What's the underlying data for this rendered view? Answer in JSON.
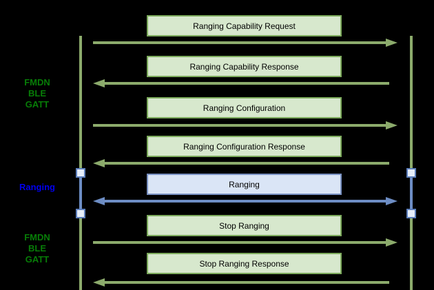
{
  "diagram_type": "sequence-diagram",
  "colors": {
    "background": "#000000",
    "green_box_fill": "#d7e8cd",
    "green_box_border": "#7caa5c",
    "green_line": "#8cab6c",
    "blue_box_fill": "#dae5f6",
    "blue_box_border": "#7890c1",
    "blue_line": "#6d8dc4",
    "marker_fill": "#e6eefa",
    "marker_border": "#5d7fbc",
    "phase_green_text": "#077d07",
    "phase_blue_text": "#0000ee",
    "box_text": "#000000"
  },
  "phases": [
    {
      "name": "fmdn-ble-gatt-top",
      "color": "green",
      "lines": [
        "FMDN",
        "BLE",
        "GATT"
      ]
    },
    {
      "name": "ranging",
      "color": "blue",
      "lines": [
        "Ranging"
      ]
    },
    {
      "name": "fmdn-ble-gatt-bottom",
      "color": "green",
      "lines": [
        "FMDN",
        "BLE",
        "GATT"
      ]
    }
  ],
  "messages": [
    {
      "label": "Ranging Capability Request",
      "direction": "right",
      "style": "green"
    },
    {
      "label": "Ranging Capability Response",
      "direction": "left",
      "style": "green"
    },
    {
      "label": "Ranging Configuration",
      "direction": "right",
      "style": "green"
    },
    {
      "label": "Ranging Configuration Response",
      "direction": "left",
      "style": "green"
    },
    {
      "label": "Ranging",
      "direction": "both",
      "style": "blue"
    },
    {
      "label": "Stop Ranging",
      "direction": "right",
      "style": "green"
    },
    {
      "label": "Stop Ranging Response",
      "direction": "left",
      "style": "green"
    }
  ]
}
